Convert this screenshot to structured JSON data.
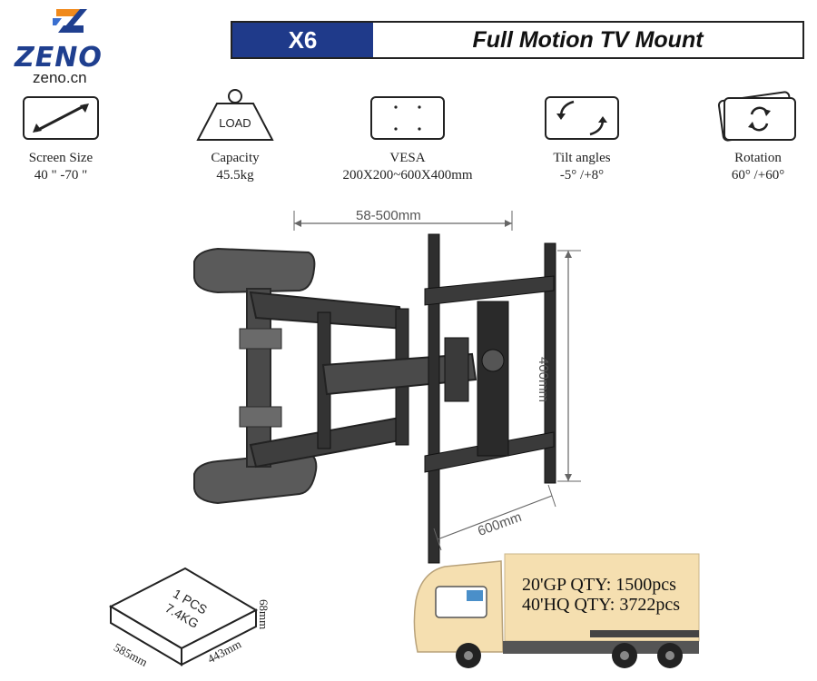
{
  "logo": {
    "brand": "ZENO",
    "site": "zeno.cn"
  },
  "title_bar": {
    "model": "X6",
    "product": "Full Motion TV Mount"
  },
  "features": [
    {
      "icon": "screen-size-icon",
      "label": "Screen Size",
      "value": "40 \" -70 \""
    },
    {
      "icon": "load-weight-icon",
      "icon_text": "LOAD",
      "label": "Capacity",
      "value": "45.5kg"
    },
    {
      "icon": "vesa-icon",
      "label": "VESA",
      "value": "200X200~600X400mm"
    },
    {
      "icon": "tilt-icon",
      "label": "Tilt angles",
      "value": "-5° /+8°"
    },
    {
      "icon": "rotation-icon",
      "label": "Rotation",
      "value": "60° /+60°"
    }
  ],
  "dimensions": {
    "extension": "58-500mm",
    "height": "400mm",
    "width": "600mm"
  },
  "package": {
    "line1": "1 PCS",
    "line2": "7.4KG",
    "length": "585mm",
    "width": "443mm",
    "height": "68mm"
  },
  "shipping": {
    "line1": "20'GP QTY: 1500pcs",
    "line2": "40'HQ QTY: 3722pcs"
  },
  "colors": {
    "brand_blue": "#1f3a8a",
    "logo_orange": "#f08a1c",
    "truck_body": "#f5dfb0"
  }
}
